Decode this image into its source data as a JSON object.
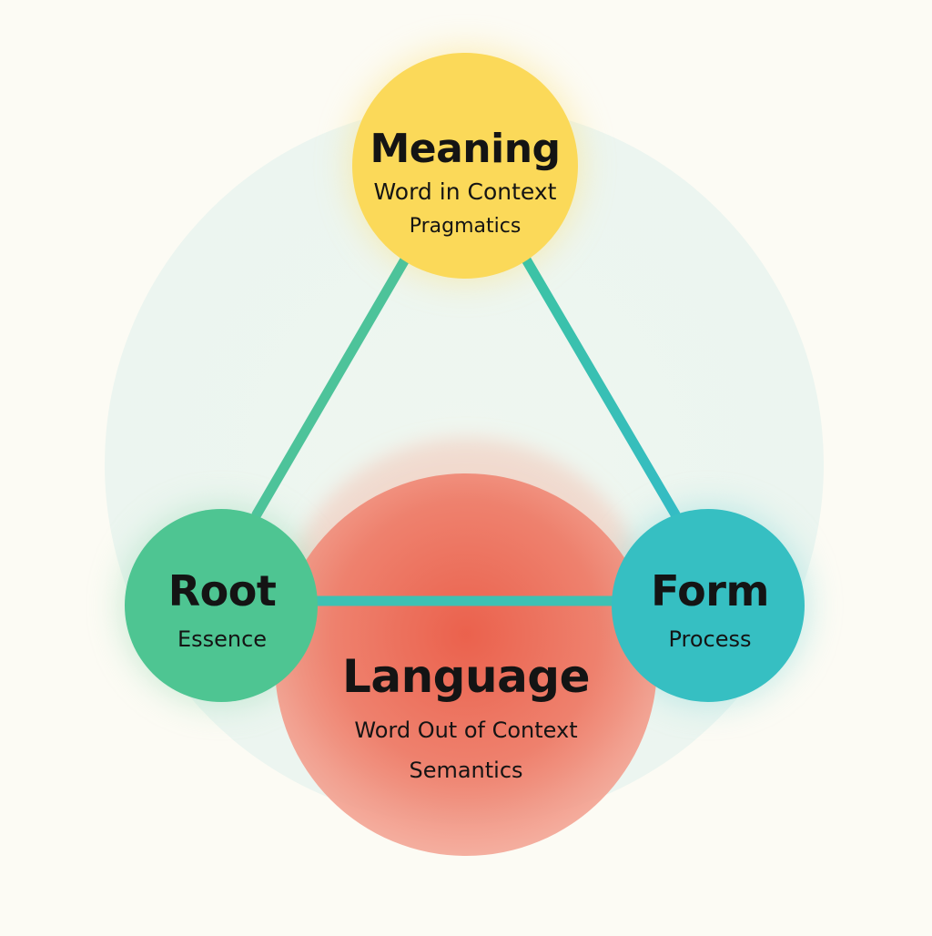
{
  "nodes": {
    "meaning": {
      "title": "Meaning",
      "line1": "Word in Context",
      "line2": "Pragmatics",
      "color": "#fbd959"
    },
    "root": {
      "title": "Root",
      "line1": "Essence",
      "color": "#4ec592"
    },
    "form": {
      "title": "Form",
      "line1": "Process",
      "color": "#36bfc2"
    },
    "language": {
      "title": "Language",
      "line1": "Word Out of Context",
      "line2": "Semantics",
      "color": "#ec6a55"
    }
  },
  "connectors": [
    {
      "from": "meaning",
      "to": "root"
    },
    {
      "from": "meaning",
      "to": "form"
    },
    {
      "from": "root",
      "to": "form"
    }
  ],
  "colors": {
    "background": "#fcfbf4",
    "halo": "#e8f3ec",
    "connector_left": "#4ec592",
    "connector_right": "#36bfc2",
    "text": "#141414"
  }
}
